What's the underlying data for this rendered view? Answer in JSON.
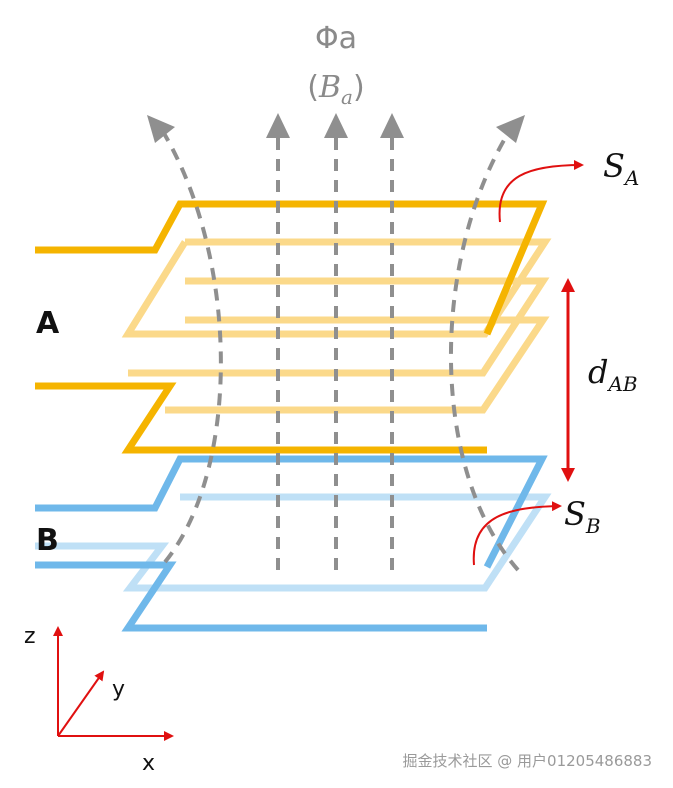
{
  "flux": {
    "symbol": "Φa",
    "field_open": "(",
    "field_base": "B",
    "field_sub": "a",
    "field_close": ")"
  },
  "coil_a": {
    "label": "A",
    "color": "#f5b400",
    "light_color": "#fbd98a"
  },
  "coil_b": {
    "label": "B",
    "color": "#6fb8ea",
    "light_color": "#bfe0f6"
  },
  "surface_a": {
    "base": "S",
    "sub": "A"
  },
  "surface_b": {
    "base": "S",
    "sub": "B"
  },
  "distance": {
    "base": "d",
    "sub": "AB"
  },
  "axes": {
    "z": "z",
    "y": "y",
    "x": "x"
  },
  "colors": {
    "arrow_red": "#e01010",
    "field_gray": "#8f8f8f"
  },
  "watermark": "掘金技术社区 @ 用户01205486883"
}
